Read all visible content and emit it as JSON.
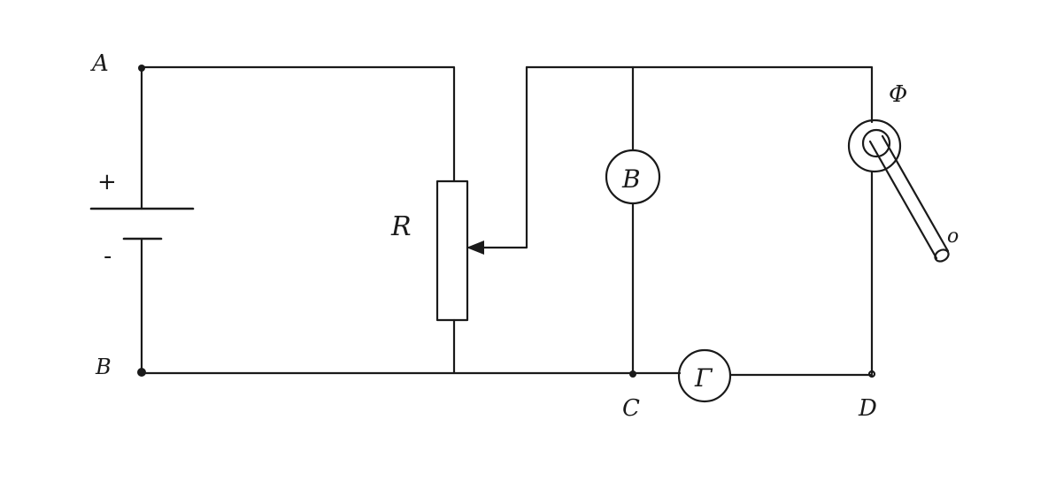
{
  "labels": {
    "node_a": "A",
    "node_b": "B",
    "node_c": "C",
    "node_d": "D",
    "plus": "+",
    "minus": "-",
    "resistor": "R",
    "voltmeter": "B",
    "galvanometer": "Γ",
    "photocell": "Φ",
    "light_source": "o"
  },
  "icons": {
    "battery": "battery-icon",
    "resistor": "rheostat-icon",
    "voltmeter": "voltmeter-icon",
    "galvanometer": "galvanometer-icon",
    "photocell": "photocell-icon",
    "light_tube": "light-tube-icon"
  },
  "colors": {
    "ink": "#1a1a1a",
    "paper": "#ffffff"
  }
}
